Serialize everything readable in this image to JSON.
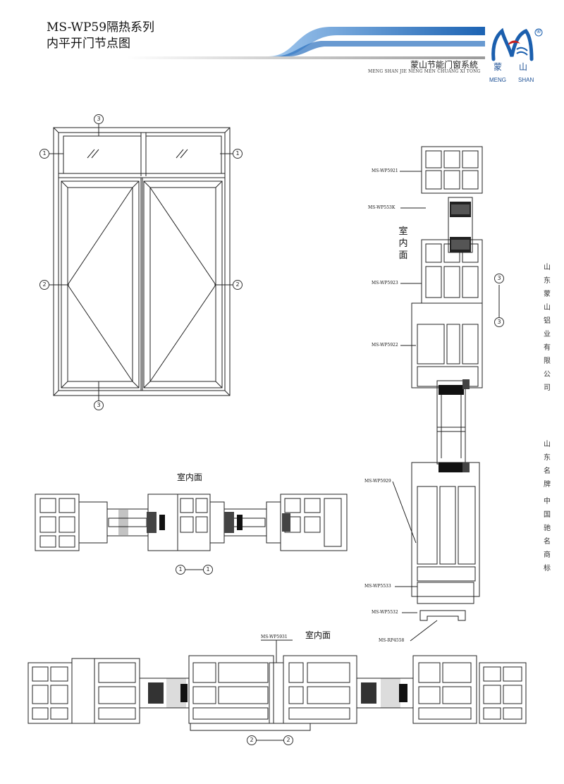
{
  "header": {
    "title_line1": "MS-WP59隔热系列",
    "title_line2": "内平开门节点图",
    "company_cn": "蒙山节能门窗系統",
    "company_pinyin": "MENG SHAN JIE NENG MEN CHUANG XI TONG",
    "logo_cn_left": "蒙",
    "logo_cn_right": "山",
    "logo_py_left": "MENG",
    "logo_py_right": "SHAN",
    "registered_mark": "®",
    "brand_color": "#1b5fae"
  },
  "side_text": {
    "company": "山东蒙山铝业有限公司",
    "brand1": "山东名牌",
    "brand2": "中国驰名商标"
  },
  "markers": {
    "one": "1",
    "two": "2",
    "three": "3"
  },
  "section_labels": {
    "indoor": "室内面",
    "indoor_vertical": "室内面"
  },
  "profile_labels": {
    "p5921": "MS-WP5921",
    "p553k": "MS-WP553K",
    "p5923": "MS-WP5923",
    "p5922": "MS-WP5922",
    "p5929": "MS-WP5929",
    "p5533": "MS-WP5533",
    "p5532": "MS-WP5532",
    "rp4558": "MS-RP4558",
    "p5931": "MS-WP5931"
  }
}
